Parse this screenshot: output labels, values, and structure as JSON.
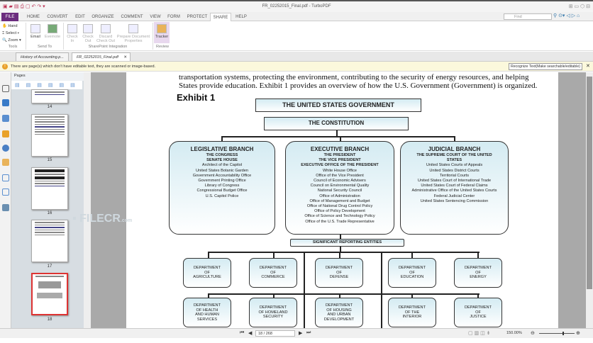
{
  "window": {
    "title": "FR_02252015_Final.pdf - TurboPDF"
  },
  "menu_tabs": [
    "FILE",
    "HOME",
    "CONVERT",
    "EDIT",
    "ORGANIZE",
    "COMMENT",
    "VIEW",
    "FORM",
    "PROTECT",
    "SHARE",
    "HELP"
  ],
  "active_tab": "SHARE",
  "find": {
    "placeholder": "Find"
  },
  "ribbon": {
    "tools": [
      "Hand",
      "Select",
      "Zoom"
    ],
    "groups": [
      {
        "label": "Tools"
      },
      {
        "label": "Send To"
      },
      {
        "label": "SharePoint Integration"
      },
      {
        "label": "Review"
      }
    ],
    "buttons": [
      "Email",
      "Evernote",
      "Check In",
      "Check Out",
      "Discard Check Out",
      "Prepare Document Properties",
      "Tracker"
    ]
  },
  "doc_tabs": [
    "History of Accounting.p...",
    "FR_02252015_Final.pdf"
  ],
  "message": {
    "text": "There are page(s) which don't have editable text, they are scanned or image-based.",
    "button": "Recognize Text(Make searchable/editable)"
  },
  "pages_panel": {
    "title": "Pages",
    "thumbnails": [
      "14",
      "15",
      "16",
      "17",
      "18"
    ]
  },
  "document": {
    "text_lines": [
      "transportation systems, protecting the environment, contributing to the security of energy resources, and helping",
      "States provide education.  Exhibit 1 provides an overview of how the U.S. Government (Government) is organized."
    ],
    "exhibit": "Exhibit 1",
    "org": {
      "top": "THE UNITED STATES GOVERNMENT",
      "constitution": "THE CONSTITUTION",
      "branches": [
        {
          "title": "LEGISLATIVE BRANCH",
          "subtitle": [
            "THE CONGRESS",
            "SENATE    HOUSE"
          ],
          "items": [
            "Architect of the Capitol",
            "United States Botanic Garden",
            "Government Accountability Office",
            "Government Printing Office",
            "Library of Congress",
            "Congressional Budget Office",
            "U.S. Capitol Police"
          ]
        },
        {
          "title": "EXECUTIVE BRANCH",
          "subtitle": [
            "THE PRESIDENT",
            "THE VICE PRESIDENT",
            "EXECUTIVE OFFICE OF THE PRESIDENT"
          ],
          "items": [
            "White House Office",
            "Office of the Vice President",
            "Council of Economic Advisers",
            "Council on Environmental Quality",
            "National Security Council",
            "Office of Administration",
            "Office of Management and Budget",
            "Office of National Drug Control Policy",
            "Office of Policy Development",
            "Office of Science and Technology Policy",
            "Office of the U.S. Trade Representative"
          ]
        },
        {
          "title": "JUDICIAL BRANCH",
          "subtitle": [
            "THE SUPREME COURT OF THE UNITED STATES"
          ],
          "items": [
            "United States Courts of Appeals",
            "United States District Courts",
            "Territorial Courts",
            "United States Court of International Trade",
            "United States Court of Federal Claims",
            "Administrative Office of the United States Courts",
            "Federal Judicial Center",
            "United States Sentencing Commission"
          ]
        }
      ],
      "entities": "SIGNIFICANT REPORTING ENTITIES",
      "departments": [
        "DEPARTMENT\nOF\nAGRICULTURE",
        "DEPARTMENT\nOF\nCOMMERCE",
        "DEPARTMENT\nOF\nDEFENSE",
        "DEPARTMENT\nOF\nEDUCATION",
        "DEPARTMENT\nOF\nENERGY",
        "DEPARTMENT\nOF HEALTH\nAND HUMAN\nSERVICES",
        "DEPARTMENT\nOF HOMELAND\nSECURITY",
        "DEPARTMENT\nOF HOUSING\nAND URBAN\nDEVELOPMENT",
        "DEPARTMENT\nOF THE\nINTERIOR",
        "DEPARTMENT\nOF\nJUSTICE"
      ]
    }
  },
  "status": {
    "page": "18 / 268",
    "zoom": "150.00%",
    "zoom_level_percent": 150
  },
  "watermark": "FILECR .com",
  "colors": {
    "file_tab": "#6b2d7e",
    "message_bar": "#fbf8dc",
    "box_fill": "#d4ebf2"
  }
}
